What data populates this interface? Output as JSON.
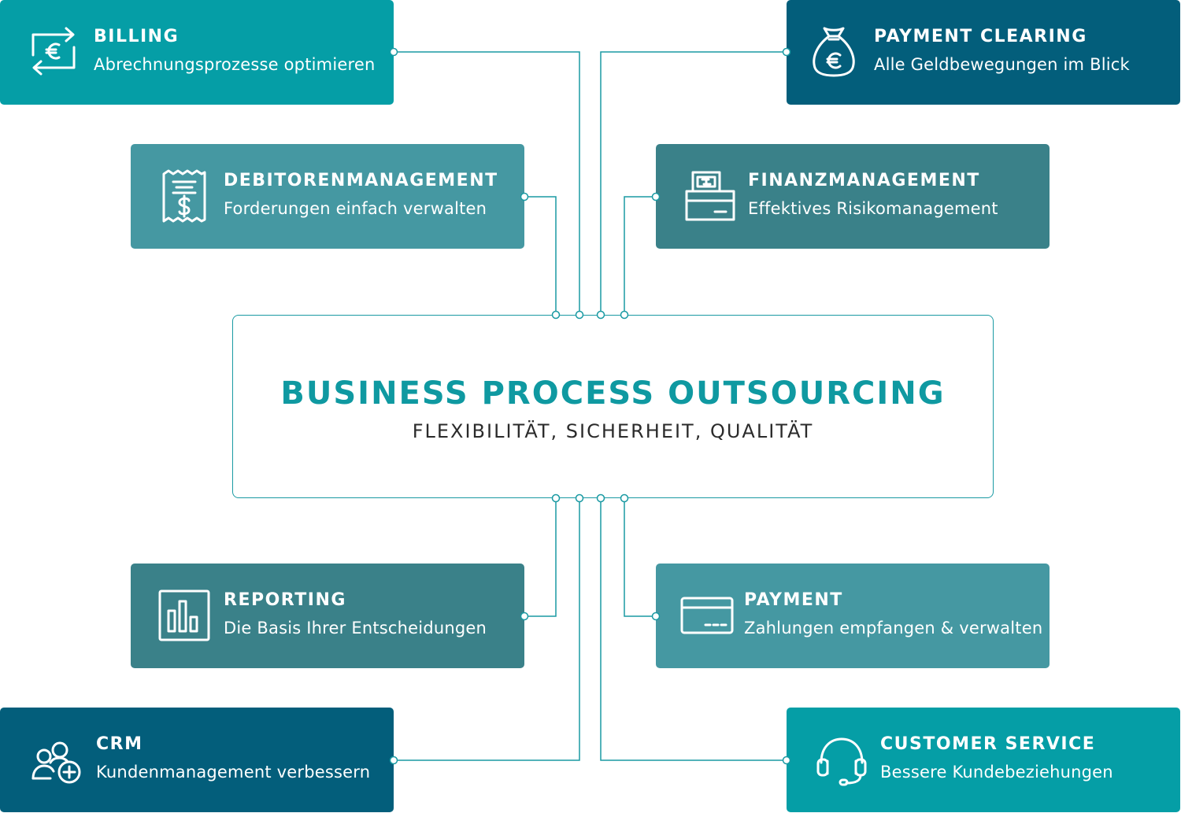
{
  "center": {
    "title": "BUSINESS PROCESS OUTSOURCING",
    "subtitle": "FLEXIBILITÄT, SICHERHEIT, QUALITÄT"
  },
  "colors": {
    "teal_bright": "#059ea6",
    "teal_soft": "#4598a2",
    "teal_dark": "#3a8189",
    "petrol": "#035e7b",
    "connector": "#1a9aa3"
  },
  "cards": [
    {
      "id": "billing",
      "title": "BILLING",
      "subtitle": "Abrechnungsprozesse optimieren",
      "icon": "euro-exchange-icon",
      "color": "#059ea6"
    },
    {
      "id": "payment-clearing",
      "title": "PAYMENT CLEARING",
      "subtitle": "Alle Geldbewegungen im Blick",
      "icon": "money-bag-icon",
      "color": "#035e7b"
    },
    {
      "id": "debitorenmanagement",
      "title": "DEBITORENMANAGEMENT",
      "subtitle": "Forderungen einfach verwalten",
      "icon": "receipt-icon",
      "color": "#4598a2"
    },
    {
      "id": "finanzmanagement",
      "title": "FINANZMANAGEMENT",
      "subtitle": "Effektives Risikomanagement",
      "icon": "cash-register-icon",
      "color": "#3a8189"
    },
    {
      "id": "reporting",
      "title": "REPORTING",
      "subtitle": "Die Basis Ihrer Entscheidungen",
      "icon": "bar-chart-icon",
      "color": "#3a8189"
    },
    {
      "id": "payment",
      "title": "PAYMENT",
      "subtitle": "Zahlungen empfangen & verwalten",
      "icon": "credit-card-icon",
      "color": "#4598a2"
    },
    {
      "id": "crm",
      "title": "CRM",
      "subtitle": "Kundenmanagement verbessern",
      "icon": "add-users-icon",
      "color": "#035e7b"
    },
    {
      "id": "customer-service",
      "title": "CUSTOMER SERVICE",
      "subtitle": "Bessere Kundebeziehungen",
      "icon": "headset-icon",
      "color": "#059ea6"
    }
  ]
}
